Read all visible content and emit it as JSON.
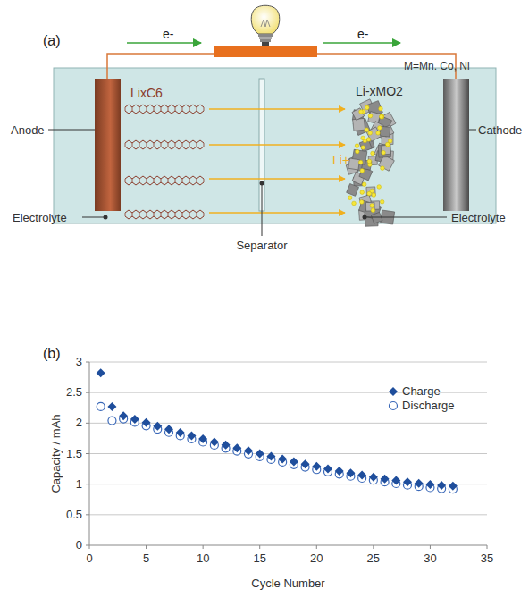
{
  "diagram": {
    "labels": [
      "(a)",
      "e-",
      "e-",
      "M=Mn. Co, Ni",
      "LixC6",
      "Li-xMO2",
      "Li+",
      "Anode",
      "Cathode",
      "Electrolyte",
      "Electrolyte",
      "Separator",
      "(b)",
      "3",
      "2.5",
      "2",
      "1.5",
      "1",
      "0.5",
      "0",
      "0",
      "5",
      "10",
      "15",
      "20",
      "25",
      "30",
      "35",
      "Capacity / mAh",
      "Cycle Number"
    ],
    "legend": [
      {
        "text": "Charge"
      },
      {
        "text": "Discharge"
      }
    ]
  }
}
